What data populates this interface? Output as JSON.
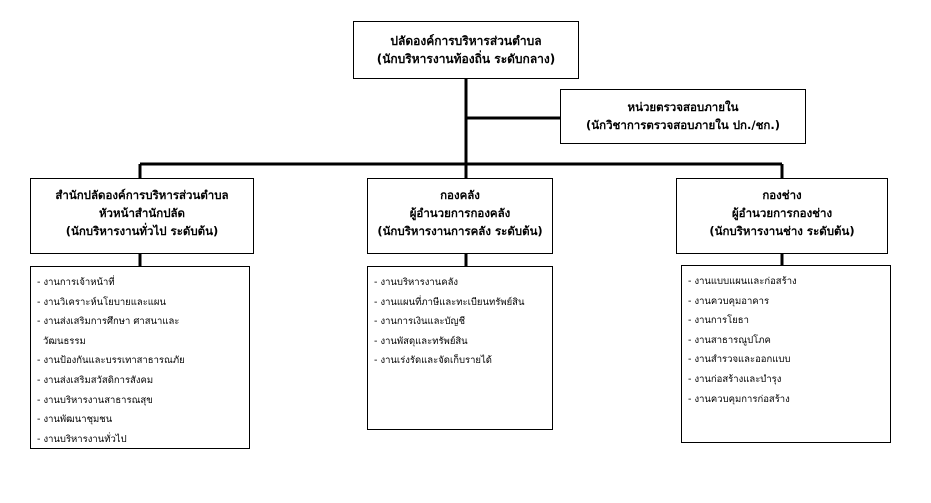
{
  "top": {
    "title": "ปลัดองค์การบริหารส่วนตำบล",
    "subtitle": "(นักบริหารงานท้องถิ่น ระดับกลาง)"
  },
  "audit": {
    "title": "หน่วยตรวจสอบภายใน",
    "subtitle": "(นักวิชาการตรวจสอบภายใน ปก./ชก.)"
  },
  "departments": [
    {
      "title": "สำนักปลัดองค์การบริหารส่วนตำบล",
      "head": "หัวหน้าสำนักปลัด",
      "rank": "(นักบริหารงานทั่วไป ระดับต้น)",
      "tasks": [
        "- งานการเจ้าหน้าที่",
        "- งานวิเคราะห์นโยบายและแผน",
        "- งานส่งเสริมการศึกษา ศาสนาและ",
        "  วัฒนธรรม",
        "- งานป้องกันและบรรเทาสาธารณภัย",
        "- งานส่งเสริมสวัสดิการสังคม",
        "- งานบริหารงานสาธารณสุข",
        "- งานพัฒนาชุมชน",
        "- งานบริหารงานทั่วไป"
      ]
    },
    {
      "title": "กองคลัง",
      "head": "ผู้อำนวยการกองคลัง",
      "rank": "(นักบริหารงานการคลัง ระดับต้น)",
      "tasks": [
        "- งานบริหารงานคลัง",
        "- งานแผนที่ภาษีและทะเบียนทรัพย์สิน",
        "- งานการเงินและบัญชี",
        "- งานพัสดุและทรัพย์สิน",
        "- งานเร่งรัดและจัดเก็บรายได้"
      ]
    },
    {
      "title": "กองช่าง",
      "head": "ผู้อำนวยการกองช่าง",
      "rank": "(นักบริหารงานช่าง ระดับต้น)",
      "tasks": [
        "- งานแบบแผนและก่อสร้าง",
        "- งานควบคุมอาคาร",
        "- งานการโยธา",
        "- งานสาธารณูปโภค",
        "- งานสำรวจและออกแบบ",
        "- งานก่อสร้างและบำรุง",
        "- งานควบคุมการก่อสร้าง"
      ]
    }
  ]
}
